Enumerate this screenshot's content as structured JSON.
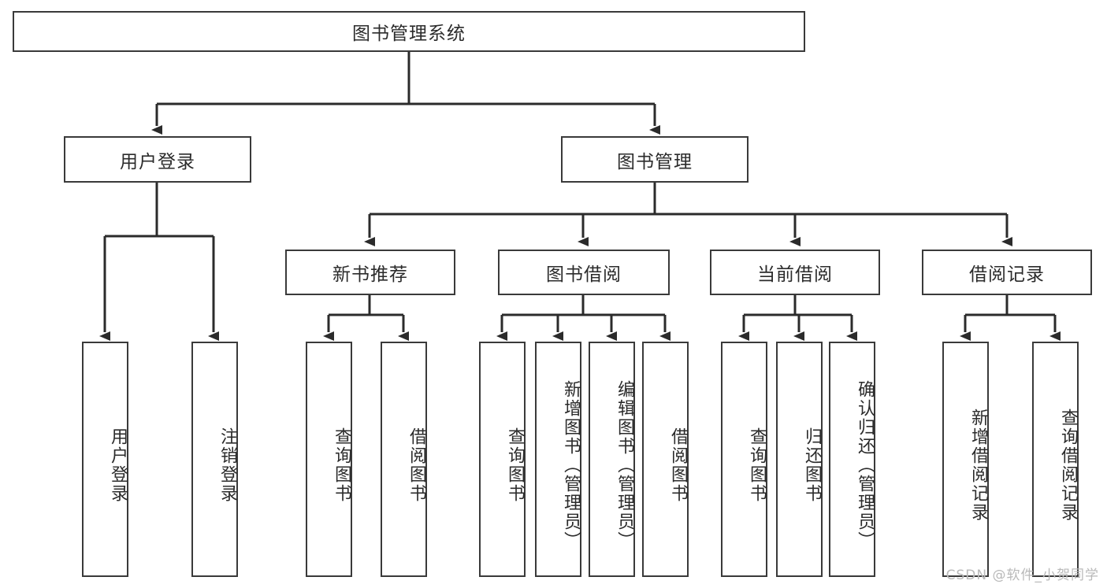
{
  "diagram": {
    "title": "图书管理系统",
    "colors": {
      "border": "#3a3a3a",
      "text": "#2b2b2b",
      "background": "#ffffff",
      "edge": "#2b2b2b",
      "watermark": "#b9b9b9"
    },
    "root": {
      "label": "图书管理系统"
    },
    "level2": [
      {
        "label": "用户登录"
      },
      {
        "label": "图书管理"
      }
    ],
    "level3": [
      {
        "label": "新书推荐"
      },
      {
        "label": "图书借阅"
      },
      {
        "label": "当前借阅"
      },
      {
        "label": "借阅记录"
      }
    ],
    "leaves": {
      "user_login": [
        {
          "label": "用户登录"
        },
        {
          "label": "注销登录"
        }
      ],
      "new_book": [
        {
          "label": "查询图书"
        },
        {
          "label": "借阅图书"
        }
      ],
      "book_borrow": [
        {
          "label": "查询图书"
        },
        {
          "label": "新增图书（管理员）"
        },
        {
          "label": "编辑图书（管理员）"
        },
        {
          "label": "借阅图书"
        }
      ],
      "current_borrow": [
        {
          "label": "查询图书"
        },
        {
          "label": "归还图书"
        },
        {
          "label": "确认归还（管理员）"
        }
      ],
      "borrow_record": [
        {
          "label": "新增借阅记录"
        },
        {
          "label": "查询借阅记录"
        }
      ]
    },
    "watermark": "CSDN @软件_小贺同学"
  }
}
